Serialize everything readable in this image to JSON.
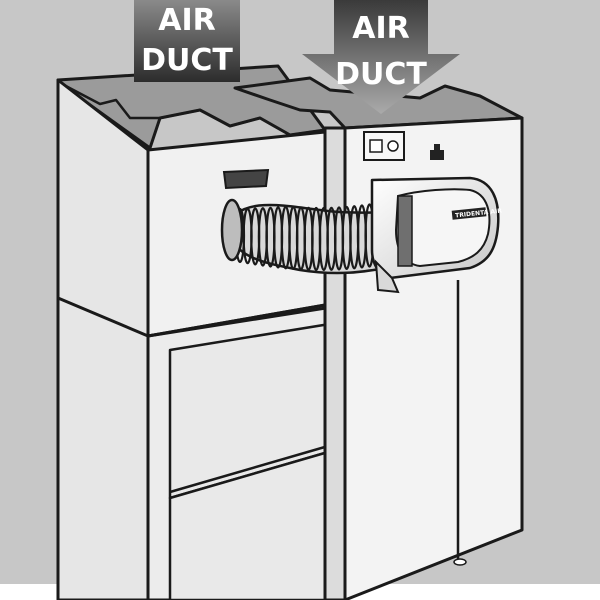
{
  "labels": {
    "left_duct_line1": "AIR",
    "left_duct_line2": "DUCT",
    "right_duct_line1": "AIR",
    "right_duct_line2": "DUCT",
    "humidifier_brand": "TRIDENTA AIR"
  },
  "colors": {
    "wall": "#c7c7c7",
    "panel": "#efefef",
    "panel_shade": "#dedede",
    "outline": "#1a1a1a",
    "arrow_dark": "#333333",
    "arrow_light": "#8a8a8a"
  }
}
